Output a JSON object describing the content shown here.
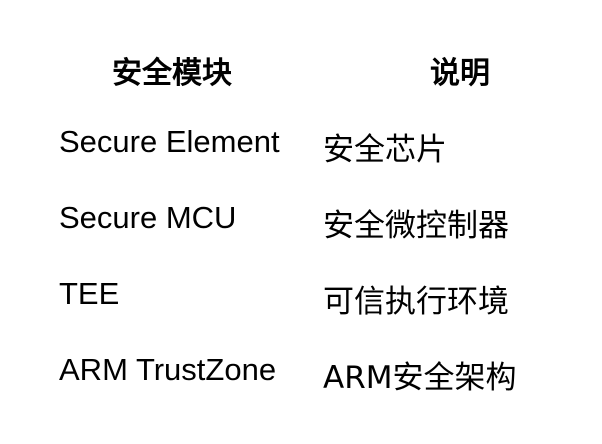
{
  "table": {
    "headers": [
      "安全模块",
      "说明"
    ],
    "rows": [
      {
        "module": "Secure Element",
        "description": "安全芯片"
      },
      {
        "module": "Secure MCU",
        "description": "安全微控制器"
      },
      {
        "module": "TEE",
        "description": "可信执行环境"
      },
      {
        "module": "ARM TrustZone",
        "description": "ARM安全架构"
      }
    ]
  }
}
